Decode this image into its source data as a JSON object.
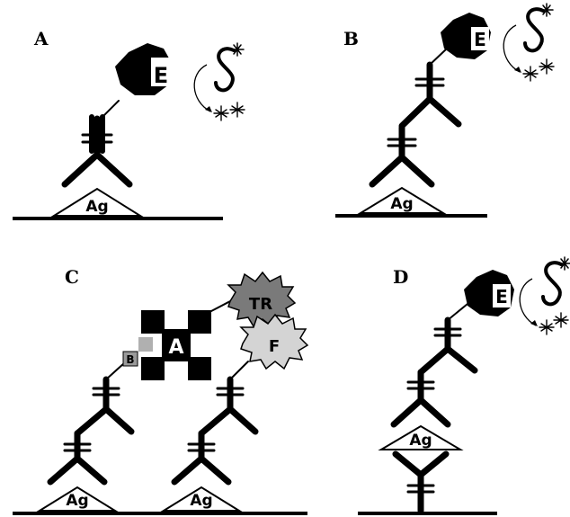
{
  "panels": {
    "a": {
      "letter": "A",
      "antigen": "Ag",
      "enzyme": "E"
    },
    "b": {
      "letter": "B",
      "antigen": "Ag",
      "enzyme": "E"
    },
    "c": {
      "letter": "C",
      "antigen_left": "Ag",
      "antigen_right": "Ag",
      "avidin": "A",
      "biotin": "B",
      "texas_red": "TR",
      "fluorescein": "F"
    },
    "d": {
      "letter": "D",
      "antigen": "Ag",
      "enzyme": "E"
    }
  },
  "colors": {
    "antibody": "#000000",
    "enzyme": "#000000",
    "texas_red": "#7a7a7a",
    "fluorescein": "#d4d4d4",
    "biotin": "#9a9a9a"
  }
}
